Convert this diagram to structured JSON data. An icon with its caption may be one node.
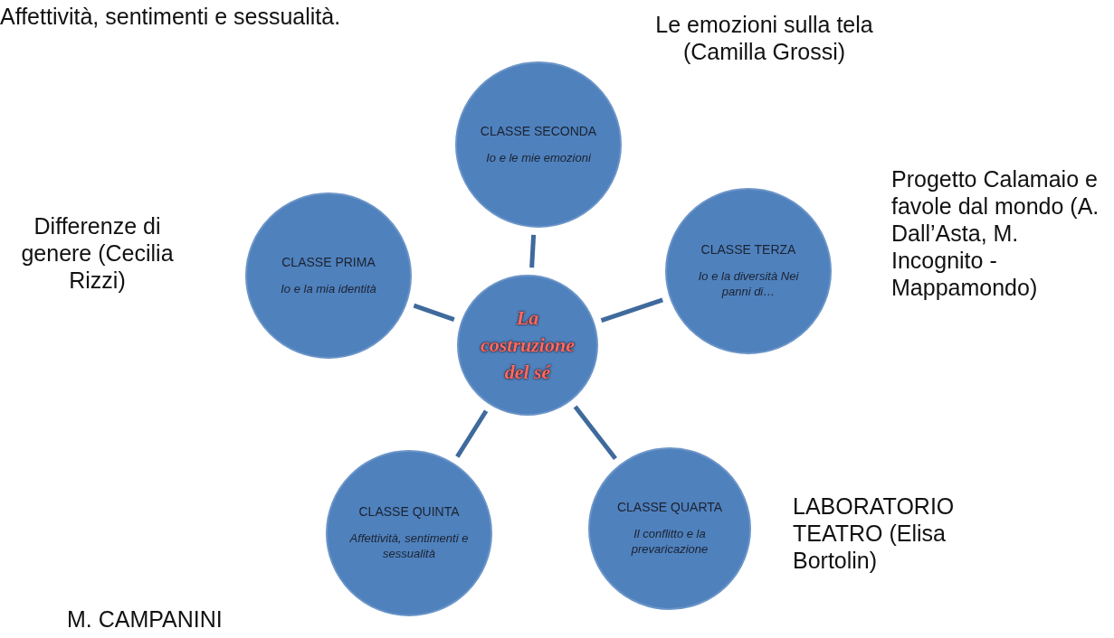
{
  "diagram": {
    "nodes": [
      {
        "text": [
          "La costruzione del sé"
        ]
      },
      {
        "text": [
          "CLASSE SECONDA",
          "Io e le mie emozioni"
        ],
        "beside": [
          "Le emozioni sulla tela (Camilla Grossi)"
        ]
      },
      {
        "text": [
          "CLASSE PRIMA",
          "Io e la mia identità"
        ],
        "beside": [
          "Differenze di genere (Cecilia Rizzi)"
        ]
      },
      {
        "text": [
          "CLASSE TERZA",
          "Io e la diversità Nei panni di…"
        ],
        "beside": [
          "Progetto Calamaio e favole dal mondo (A. Dall’Asta, M. Incognito - Mappamondo)"
        ]
      },
      {
        "text": [
          "CLASSE QUINTA",
          "Affettività, sentimenti e sessualità"
        ]
      },
      {
        "text": [
          "CLASSE QUARTA",
          "Il conflitto e la prevaricazione"
        ],
        "beside": [
          "LABORATORIO TEATRO (Elisa Bortolin)"
        ]
      }
    ],
    "edges": [
      {
        "from": 0,
        "to": 1,
        "arrow": "none"
      },
      {
        "from": 0,
        "to": 2,
        "arrow": "none"
      },
      {
        "from": 0,
        "to": 3,
        "arrow": "none"
      },
      {
        "from": 0,
        "to": 4,
        "arrow": "none"
      },
      {
        "from": 0,
        "to": 5,
        "arrow": "none"
      }
    ],
    "labels": [
      "Affettività, sentimenti e sessualità.",
      "M. CAMPANINI"
    ]
  }
}
